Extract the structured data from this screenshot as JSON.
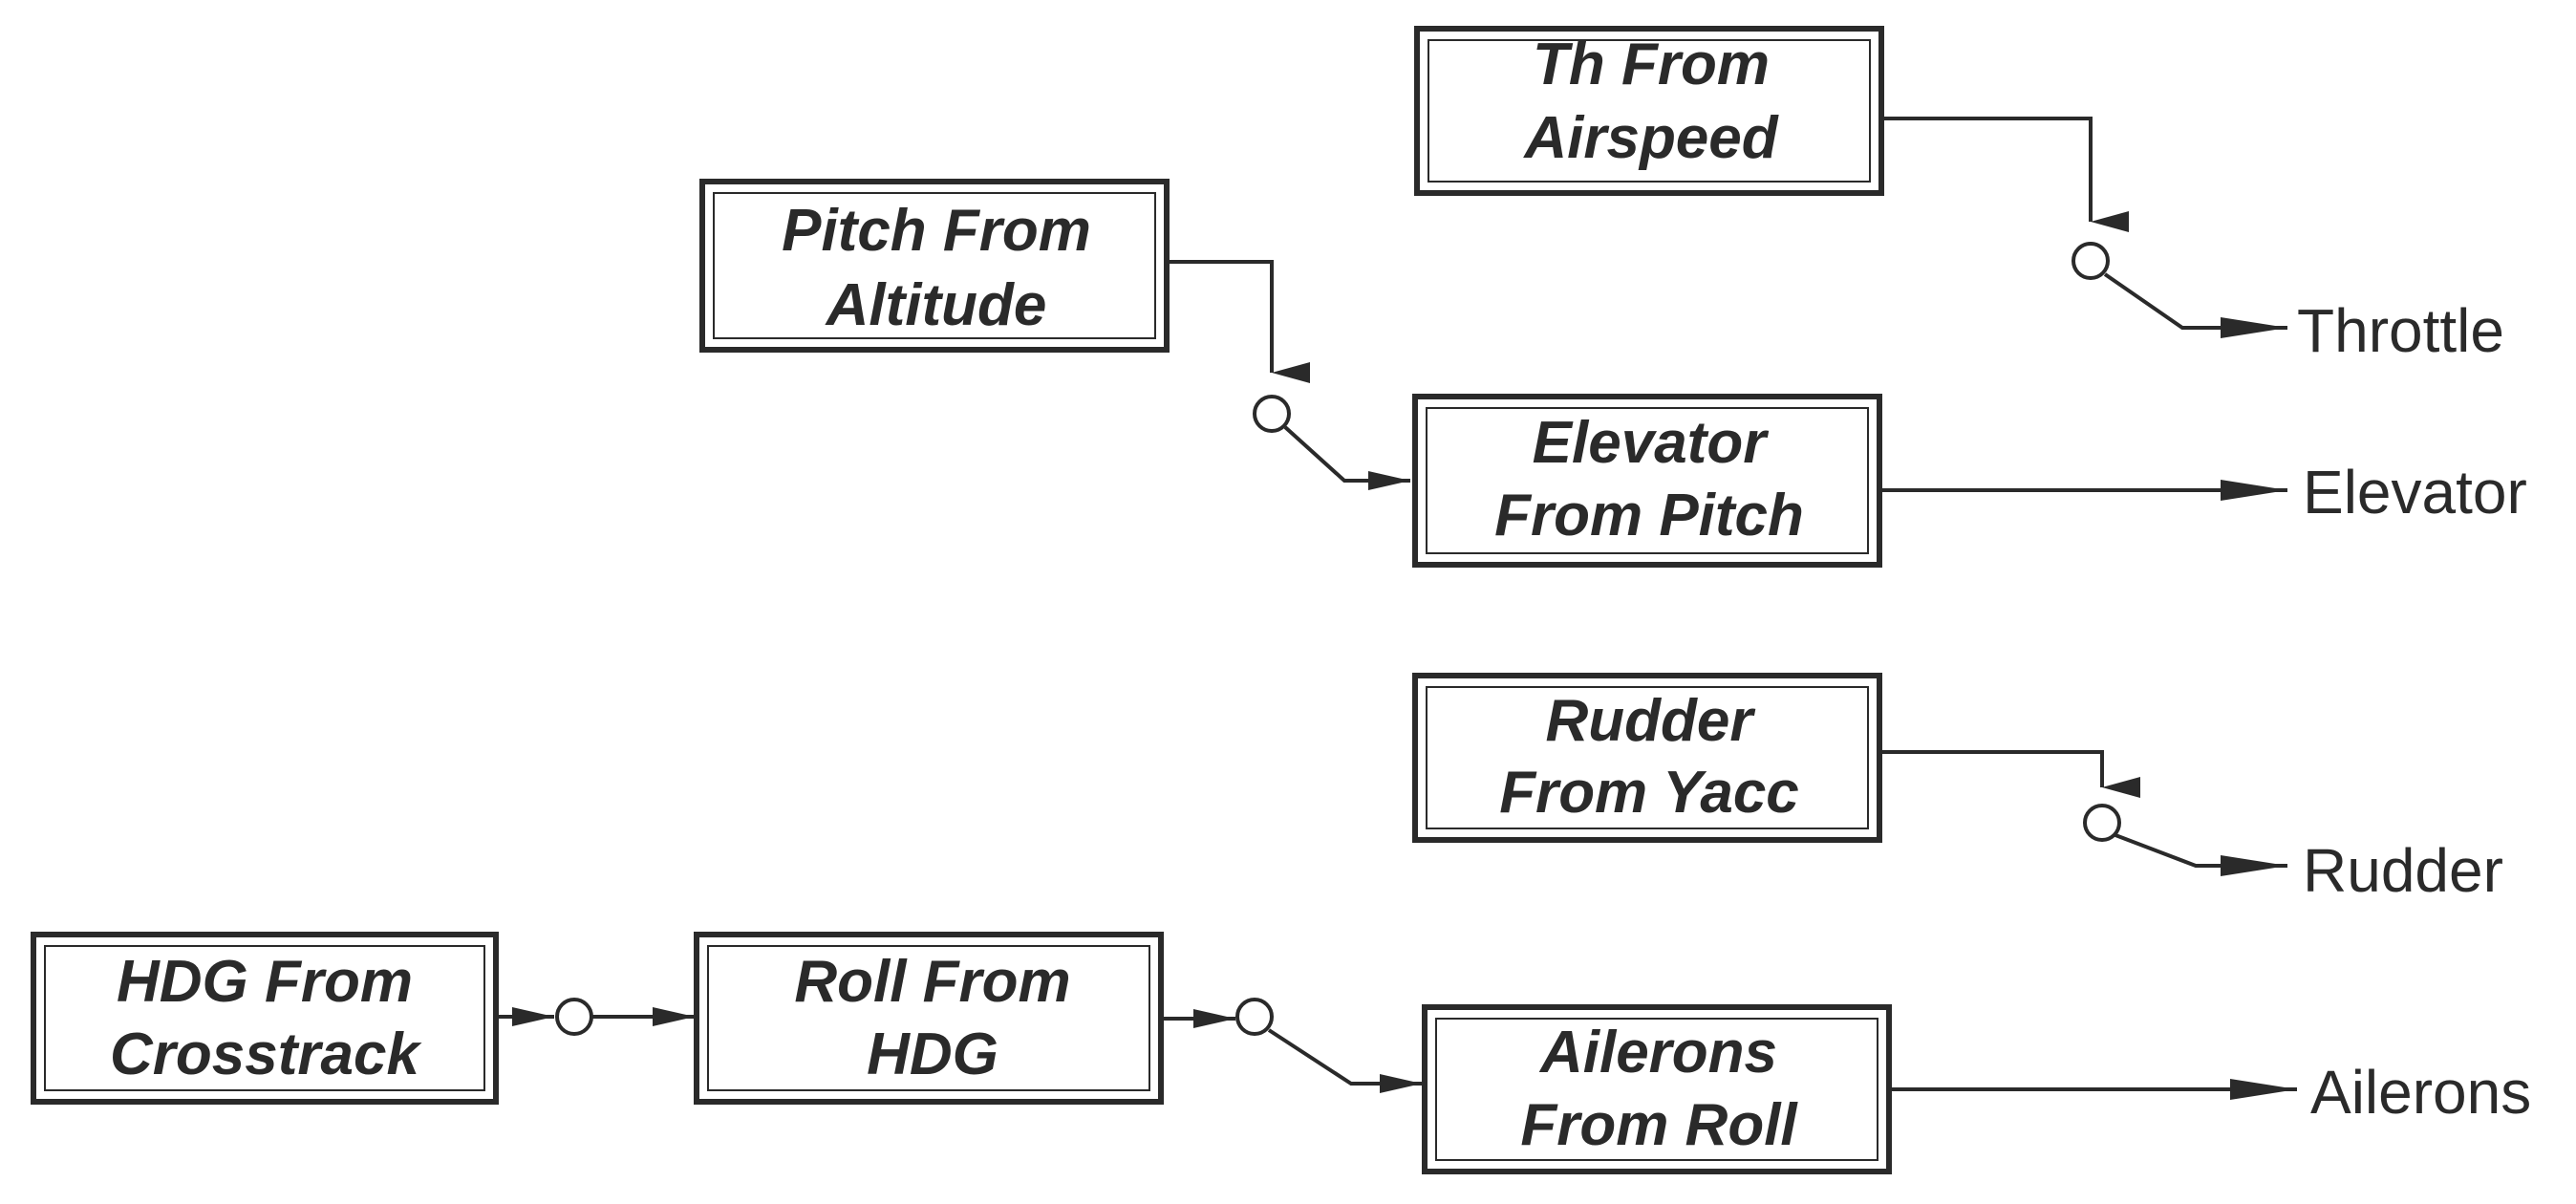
{
  "blocks": {
    "th_from_airspeed": [
      "Th From",
      "Airspeed"
    ],
    "pitch_from_altitude": [
      "Pitch From",
      "Altitude"
    ],
    "elevator_from_pitch": [
      "Elevator",
      "From Pitch"
    ],
    "rudder_from_yacc": [
      "Rudder",
      "From Yacc"
    ],
    "hdg_from_crosstrack": [
      "HDG From",
      "Crosstrack"
    ],
    "roll_from_hdg": [
      "Roll From",
      "HDG"
    ],
    "ailerons_from_roll": [
      "Ailerons",
      "From Roll"
    ]
  },
  "outputs": {
    "throttle": "Throttle",
    "elevator": "Elevator",
    "rudder": "Rudder",
    "ailerons": "Ailerons"
  }
}
